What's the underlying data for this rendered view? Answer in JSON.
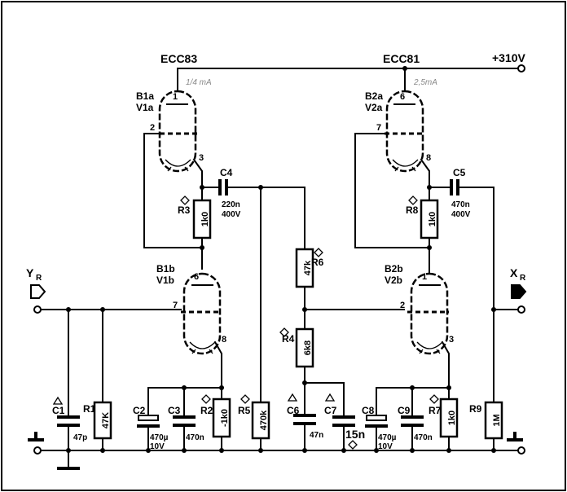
{
  "supply": "+310V",
  "tubes": {
    "ecc83": "ECC83",
    "ecc81": "ECC81",
    "b1a": "B1a",
    "v1a": "V1a",
    "b1b": "B1b",
    "v1b": "V1b",
    "b2a": "B2a",
    "v2a": "V2a",
    "b2b": "B2b",
    "v2b": "V2b"
  },
  "handwritten": {
    "left": "1/4 mA",
    "right": "2,5mA"
  },
  "pins": {
    "v1a_anode": "1",
    "v1a_grid": "2",
    "v1a_cathode": "3",
    "v1b_anode": "6",
    "v1b_grid": "7",
    "v1b_cathode": "8",
    "v2a_anode": "6",
    "v2a_grid": "7",
    "v2a_cathode": "8",
    "v2b_anode": "1",
    "v2b_grid": "2",
    "v2b_cathode": "3"
  },
  "io": {
    "yr_y": "Y",
    "yr_r": "R",
    "xr_x": "X",
    "xr_r": "R"
  },
  "components": {
    "R1": {
      "name": "R1",
      "value": "47K"
    },
    "R2": {
      "name": "R2",
      "value": "-1k0"
    },
    "R3": {
      "name": "R3",
      "value": "1k0"
    },
    "R4": {
      "name": "R4",
      "value": "6k8"
    },
    "R5": {
      "name": "R5",
      "value": "470k"
    },
    "R6": {
      "name": "R6",
      "value": "47k"
    },
    "R7": {
      "name": "R7",
      "value": "1k0"
    },
    "R8": {
      "name": "R8",
      "value": "1k0"
    },
    "R9": {
      "name": "R9",
      "value": "1M"
    },
    "C1": {
      "name": "C1",
      "value": "47p"
    },
    "C2": {
      "name": "C2",
      "value1": "470µ",
      "value2": "10V"
    },
    "C3": {
      "name": "C3",
      "value": "470n"
    },
    "C4": {
      "name": "C4",
      "value1": "220n",
      "value2": "400V"
    },
    "C5": {
      "name": "C5",
      "value1": "470n",
      "value2": "400V"
    },
    "C6": {
      "name": "C6",
      "value": "47n"
    },
    "C7": {
      "name": "C7",
      "value": "15n"
    },
    "C8": {
      "name": "C8",
      "value1": "470µ",
      "value2": "10V"
    },
    "C9": {
      "name": "C9",
      "value": "470n"
    }
  }
}
